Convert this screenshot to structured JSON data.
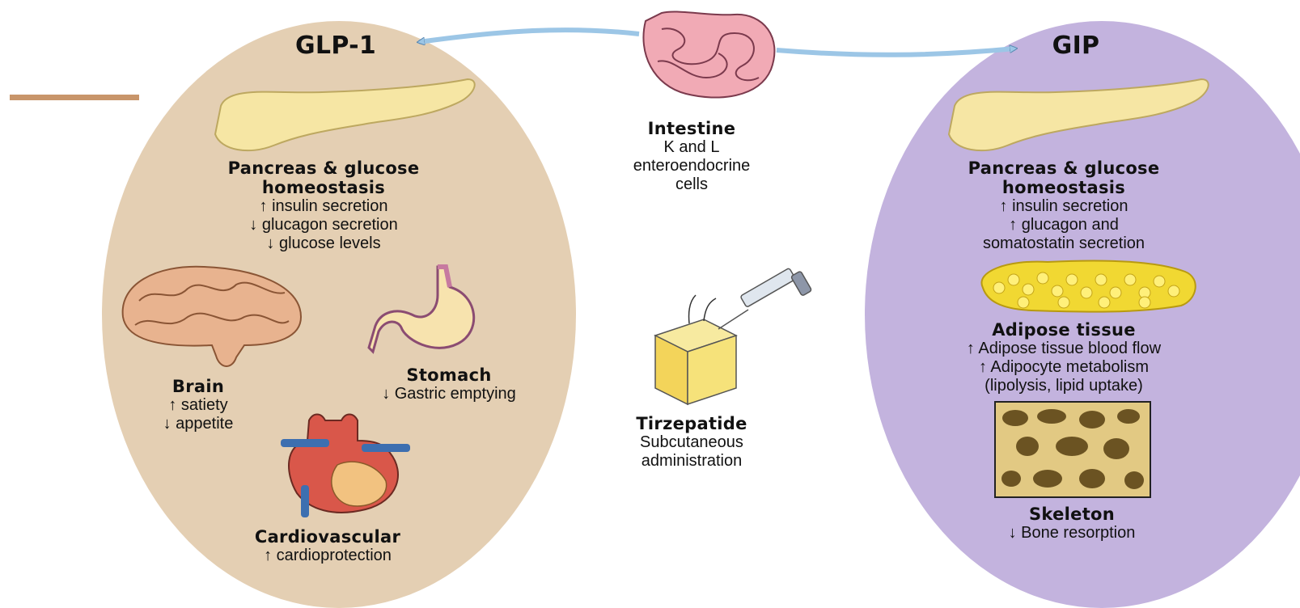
{
  "colors": {
    "glp1_panel": "#e4cfb3",
    "gip_panel": "#c3b3de",
    "accent_line": "#c8956a",
    "arrow": "#9cc6e6"
  },
  "center": {
    "intestine": {
      "title": "Intestine",
      "lines": [
        "K and L",
        "enteroendocrine",
        "cells"
      ],
      "icon": "intestine-icon"
    },
    "tirzepatide": {
      "title": "Tirzepatide",
      "lines": [
        "Subcutaneous",
        "administration"
      ],
      "icon": "syringe-icon"
    }
  },
  "glp1": {
    "title": "GLP-1",
    "pancreas": {
      "title": [
        "Pancreas & glucose",
        "homeostasis"
      ],
      "lines": [
        "↑ insulin secretion",
        "↓ glucagon secretion",
        "↓ glucose levels"
      ],
      "icon": "pancreas-icon"
    },
    "brain": {
      "title": "Brain",
      "lines": [
        "↑ satiety",
        "↓ appetite"
      ],
      "icon": "brain-icon"
    },
    "stomach": {
      "title": "Stomach",
      "lines": [
        "↓ Gastric emptying"
      ],
      "icon": "stomach-icon"
    },
    "cardio": {
      "title": "Cardiovascular",
      "lines": [
        "↑ cardioprotection"
      ],
      "icon": "heart-icon"
    }
  },
  "gip": {
    "title": "GIP",
    "pancreas": {
      "title": [
        "Pancreas & glucose",
        "homeostasis"
      ],
      "lines": [
        "↑ insulin secretion",
        "↑ glucagon and",
        "somatostatin secretion"
      ],
      "icon": "pancreas-icon"
    },
    "adipose": {
      "title": "Adipose tissue",
      "lines": [
        "↑ Adipose tissue blood flow",
        "↑ Adipocyte metabolism",
        "(lipolysis, lipid uptake)"
      ],
      "icon": "adipose-icon"
    },
    "skeleton": {
      "title": "Skeleton",
      "lines": [
        "↓ Bone resorption"
      ],
      "icon": "bone-icon"
    }
  }
}
